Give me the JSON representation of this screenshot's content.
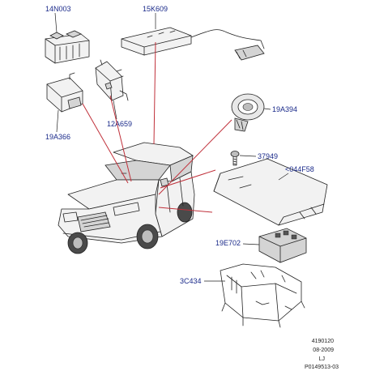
{
  "parts": {
    "p14N003": "14N003",
    "p15K609": "15K609",
    "p12A659": "12A659",
    "p19A366": "19A366",
    "p19A394": "19A394",
    "p37949": "37949",
    "p044F58": "<044F58",
    "p19E702": "19E702",
    "p3C434": "3C434"
  },
  "reference": {
    "line1": "4190120",
    "line2": "08-2009",
    "line3": "LJ",
    "line4": "P0149513-03"
  },
  "colors": {
    "label": "#1a2a8a",
    "callout": "#c0303a",
    "line": "#222222"
  }
}
